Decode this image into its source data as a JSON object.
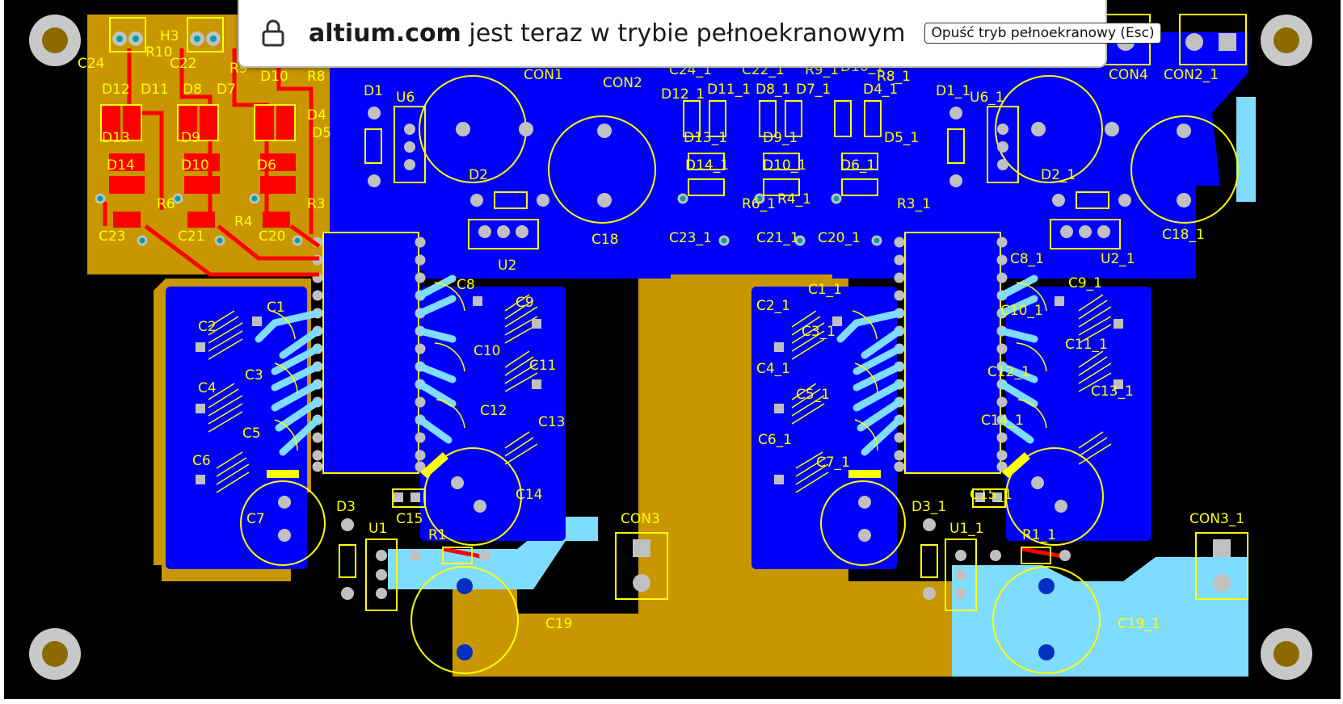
{
  "colors": {
    "board_background": "#000000",
    "top_copper": "#0000ff",
    "bottom_copper": "#c89600",
    "bottom_plane_light": "#80dcff",
    "top_trace": "#ff0000",
    "silkscreen": "#ffff00",
    "mounting_hole_ring": "#c8c8c8",
    "mounting_hole_center": "#8c6a00",
    "pad": "#c0c0c0",
    "via_center": "#00a0a0"
  },
  "fullscreen_banner": {
    "domain": "altium.com",
    "message": " jest teraz w trybie pełnoekranowym",
    "exit_button_label": "Opuść tryb pełnoekranowy (Esc)",
    "icon": "lock-icon"
  },
  "pcb_labels": {
    "left": [
      "C24",
      "R10",
      "H3",
      "C22",
      "R9",
      "R8",
      "D12",
      "D11",
      "D8",
      "D7",
      "D10",
      "D4",
      "D13",
      "D9",
      "D5",
      "D14",
      "D10",
      "D6",
      "R6",
      "R4",
      "R3",
      "C23",
      "C21",
      "C20",
      "C1",
      "C2",
      "C3",
      "C4",
      "C5",
      "C6",
      "C7",
      "C8",
      "C9",
      "C10",
      "C11",
      "C12",
      "C13",
      "C14",
      "C15",
      "C19",
      "D3",
      "U1",
      "R1",
      "CON3",
      "D1",
      "U6",
      "D2",
      "U2",
      "CON1",
      "CON2",
      "C18"
    ],
    "right": [
      "C24_1",
      "C22_1",
      "R9_1",
      "R8_1",
      "D12_1",
      "D11_1",
      "D8_1",
      "D7_1",
      "D16_1",
      "D4_1",
      "D13_1",
      "D9_1",
      "D14_1",
      "D10_1",
      "D6_1",
      "D5_1",
      "R6_1",
      "R4_1",
      "R3_1",
      "C23_1",
      "C21_1",
      "C20_1",
      "C1_1",
      "C2_1",
      "C3_1",
      "C4_1",
      "C5_1",
      "C6_1",
      "C7_1",
      "C8_1",
      "C9_1",
      "C10_1",
      "C11_1",
      "C12_1",
      "C13_1",
      "C14_1",
      "C15_1",
      "C19_1",
      "D3_1",
      "U1_1",
      "R1_1",
      "CON3_1",
      "D1_1",
      "U6_1",
      "D2_1",
      "U2_1",
      "CON4",
      "CON2_1",
      "C18_1"
    ]
  }
}
